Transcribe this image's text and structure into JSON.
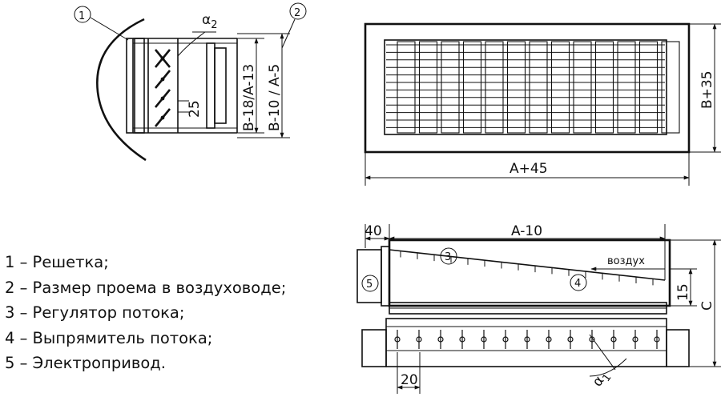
{
  "callouts": {
    "c1": "1",
    "c2": "2",
    "c3": "3",
    "c4": "4",
    "c5": "5"
  },
  "side_view": {
    "alpha": "α",
    "alpha_sub": "2",
    "dim_blade": "25",
    "dim_inner": "B-18/A-13",
    "dim_outer": "B-10 / A-5"
  },
  "front_view": {
    "dim_height": "B+35",
    "dim_width": "A+45"
  },
  "bottom_view": {
    "dim_top_left": "40",
    "dim_top": "A-10",
    "airflow_label": "воздух",
    "dim_15": "15",
    "dim_c": "C",
    "dim_20": "20",
    "alpha": "α",
    "alpha_sub": "1"
  },
  "legend": [
    "1 – Решетка;",
    "2 – Размер проема в воздуховоде;",
    "3 – Регулятор потока;",
    "4 – Выпрямитель потока;",
    "5 – Электропривод."
  ]
}
